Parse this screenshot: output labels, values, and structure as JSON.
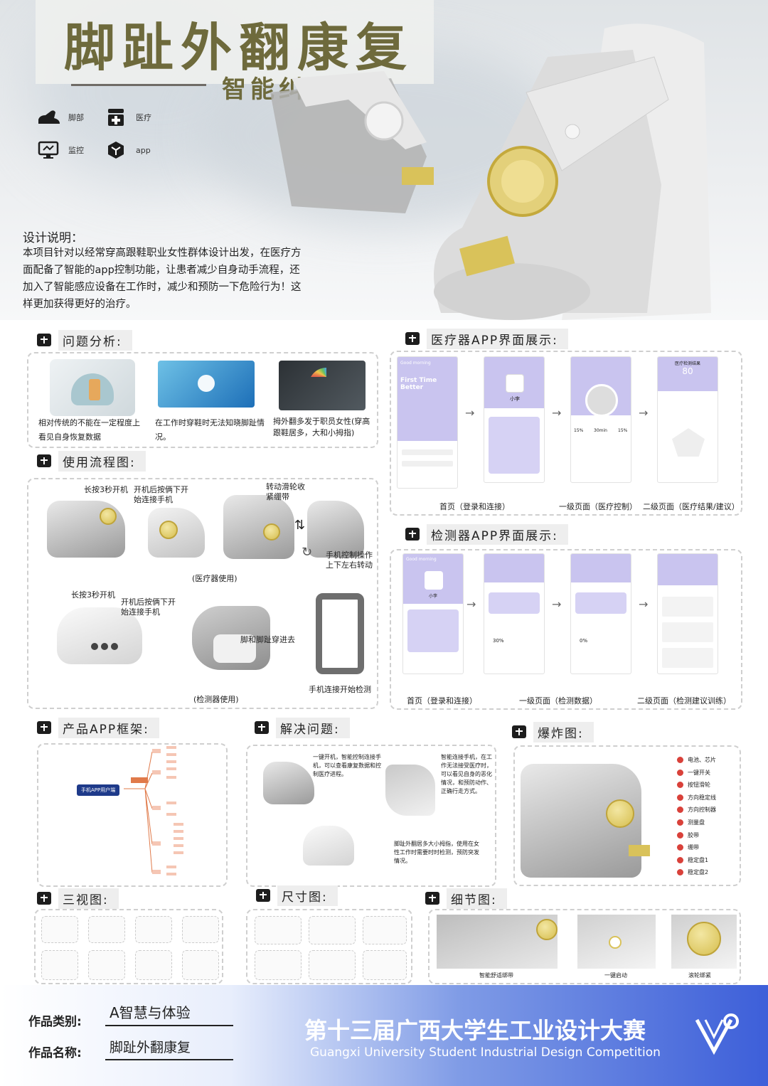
{
  "header": {
    "title": "脚趾外翻康复",
    "subtitle": "智能纠正器",
    "legend": [
      {
        "icon": "foot-icon",
        "label": "脚部"
      },
      {
        "icon": "medical-icon",
        "label": "医疗"
      },
      {
        "icon": "monitor-icon",
        "label": "监控"
      },
      {
        "icon": "app-cube-icon",
        "label": "app"
      }
    ]
  },
  "design": {
    "heading": "设计说明：",
    "text": "本项目针对以经常穿高跟鞋职业女性群体设计出发，在医疗方面配备了智能的app控制功能，让患者减少自身动手流程，还加入了智能感应设备在工作时，减少和预防一下危险行为！这样更加获得更好的治疗。"
  },
  "problem": {
    "heading": "问题分析:",
    "items": [
      "相对传统的不能在一定程度上看见自身恢复数据",
      "在工作时穿鞋时无法知晓脚趾情况。",
      "拇外翻多发于职员女性(穿高跟鞋居多，大和小拇指)"
    ]
  },
  "flow": {
    "heading": "使用流程图:",
    "steps_top": [
      "长按3秒开机",
      "开机后按俩下开始连接手机",
      "转动滑轮收紧绷带",
      "手机控制操作上下左右转动"
    ],
    "caption_top": "(医疗器使用)",
    "steps_bottom": [
      "长按3秒开机",
      "开机后按俩下开始连接手机",
      "脚和脚趾穿进去",
      "手机连接开始检测"
    ],
    "caption_bottom": "(检测器使用)"
  },
  "medical_app": {
    "heading": "医疗器APP界面展示:",
    "labels": [
      "首页（登录和连接）",
      "一级页面（医疗控制）",
      "二级页面（医疗结果/建议）"
    ],
    "screen_texts": [
      "Good morning",
      "First Time Better",
      "小李",
      "医疗检测结果",
      "80",
      "15%",
      "30min",
      "15%"
    ]
  },
  "detect_app": {
    "heading": "检测器APP界面展示:",
    "labels": [
      "首页（登录和连接）",
      "一级页面（检测数据）",
      "二级页面（检测建议训练）"
    ],
    "screen_texts": [
      "Good morning",
      "小李",
      "30%",
      "0%"
    ]
  },
  "framework": {
    "heading": "产品APP框架:",
    "root": "手机APP用户端"
  },
  "solve": {
    "heading": "解决问题:",
    "items": [
      "一键开机，智能控制连接手机，可以查看康复数据和控制医疗进程。",
      "智能连接手机，在工作无法接受医疗时，可以看见自身的恶化情况，和预防动作、正确行走方式。",
      "脚趾外翻居多大小拇指，使用在女性工作时需要时时检测，预防突发情况。"
    ]
  },
  "explode": {
    "heading": "爆炸图:",
    "parts": [
      "电池、芯片",
      "一键开关",
      "按钮滑轮",
      "方向稳定线",
      "方向控制器",
      "测量盘",
      "胶带",
      "绷带",
      "稳定盘1",
      "稳定盘2"
    ]
  },
  "three_view": {
    "heading": "三视图:"
  },
  "dimension": {
    "heading": "尺寸图:"
  },
  "detail": {
    "heading": "细节图:",
    "items": [
      "智能舒适绑带",
      "一键启动",
      "滚轮绑紧"
    ]
  },
  "footer": {
    "category_label": "作品类别:",
    "category_value": "A智慧与体验",
    "name_label": "作品名称:",
    "name_value": "脚趾外翻康复",
    "competition_cn": "第十三届广西大学生工业设计大赛",
    "competition_en": "Guangxi University Student Industrial Design Competition"
  },
  "colors": {
    "title": "#6e6a3c",
    "app_purple": "#c9c4ef",
    "accent_gold": "#d6be4e",
    "footer_blue": "#3d5fd9"
  }
}
